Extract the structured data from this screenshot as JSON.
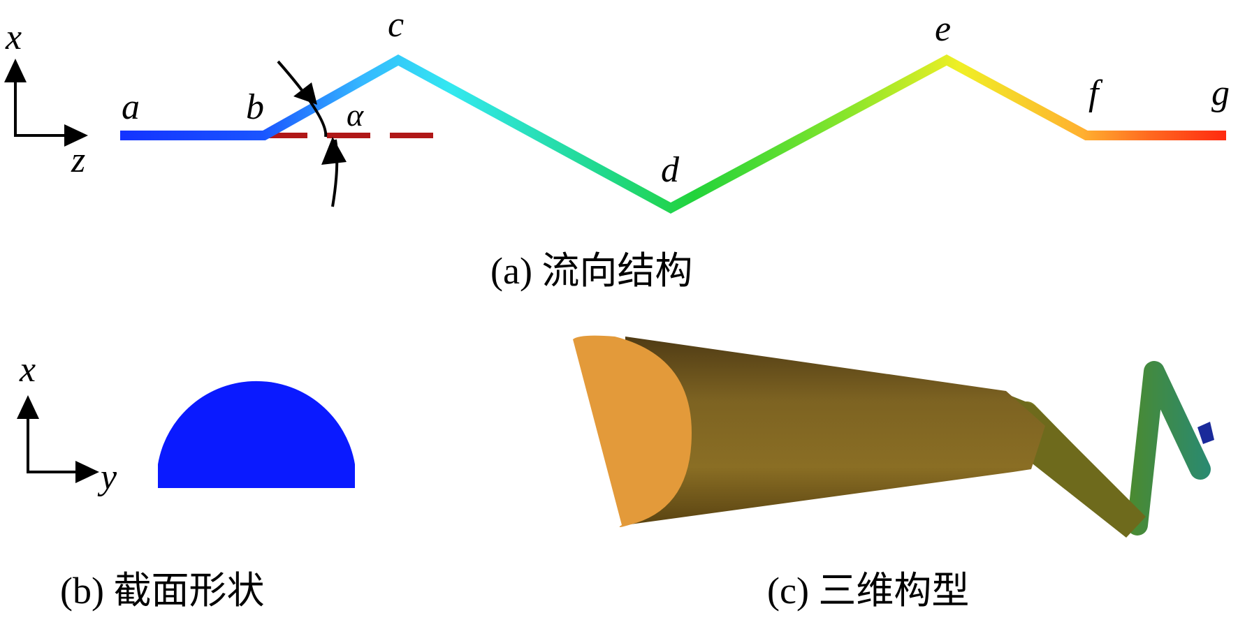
{
  "panel_a": {
    "caption": "(a) 流向结构",
    "axis_vertical": "x",
    "axis_horizontal": "z",
    "points": [
      "a",
      "b",
      "c",
      "d",
      "e",
      "f",
      "g"
    ],
    "angle_label": "α"
  },
  "panel_b": {
    "caption": "(b) 截面形状",
    "axis_vertical": "x",
    "axis_horizontal": "y"
  },
  "panel_c": {
    "caption": "(c) 三维构型"
  },
  "colors": {
    "dashed_reference": "#b01818",
    "cross_section": "#0a1aff",
    "cap_face": "#e39a3a",
    "tube_body": "#7a5f1e"
  }
}
